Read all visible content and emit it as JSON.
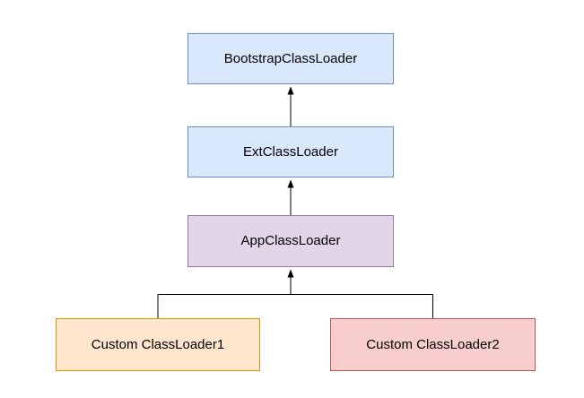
{
  "diagram": {
    "type": "hierarchy-flowchart",
    "background": "#ffffff",
    "connector_color": "#000000",
    "nodes": [
      {
        "id": "bootstrap",
        "label": "BootstrapClassLoader",
        "fill": "#dae8fc",
        "stroke": "#6c8ebf"
      },
      {
        "id": "ext",
        "label": "ExtClassLoader",
        "fill": "#dae8fc",
        "stroke": "#6c8ebf"
      },
      {
        "id": "app",
        "label": "AppClassLoader",
        "fill": "#e1d5e7",
        "stroke": "#9673a6"
      },
      {
        "id": "custom1",
        "label": "Custom ClassLoader1",
        "fill": "#ffe6cc",
        "stroke": "#d79b00"
      },
      {
        "id": "custom2",
        "label": "Custom ClassLoader2",
        "fill": "#f8cecc",
        "stroke": "#b85450"
      }
    ],
    "edges": [
      {
        "from": "ExtClassLoader",
        "to": "BootstrapClassLoader",
        "direction": "up"
      },
      {
        "from": "AppClassLoader",
        "to": "ExtClassLoader",
        "direction": "up"
      },
      {
        "from": "Custom ClassLoader1",
        "to": "AppClassLoader",
        "direction": "up"
      },
      {
        "from": "Custom ClassLoader2",
        "to": "AppClassLoader",
        "direction": "up"
      }
    ]
  }
}
